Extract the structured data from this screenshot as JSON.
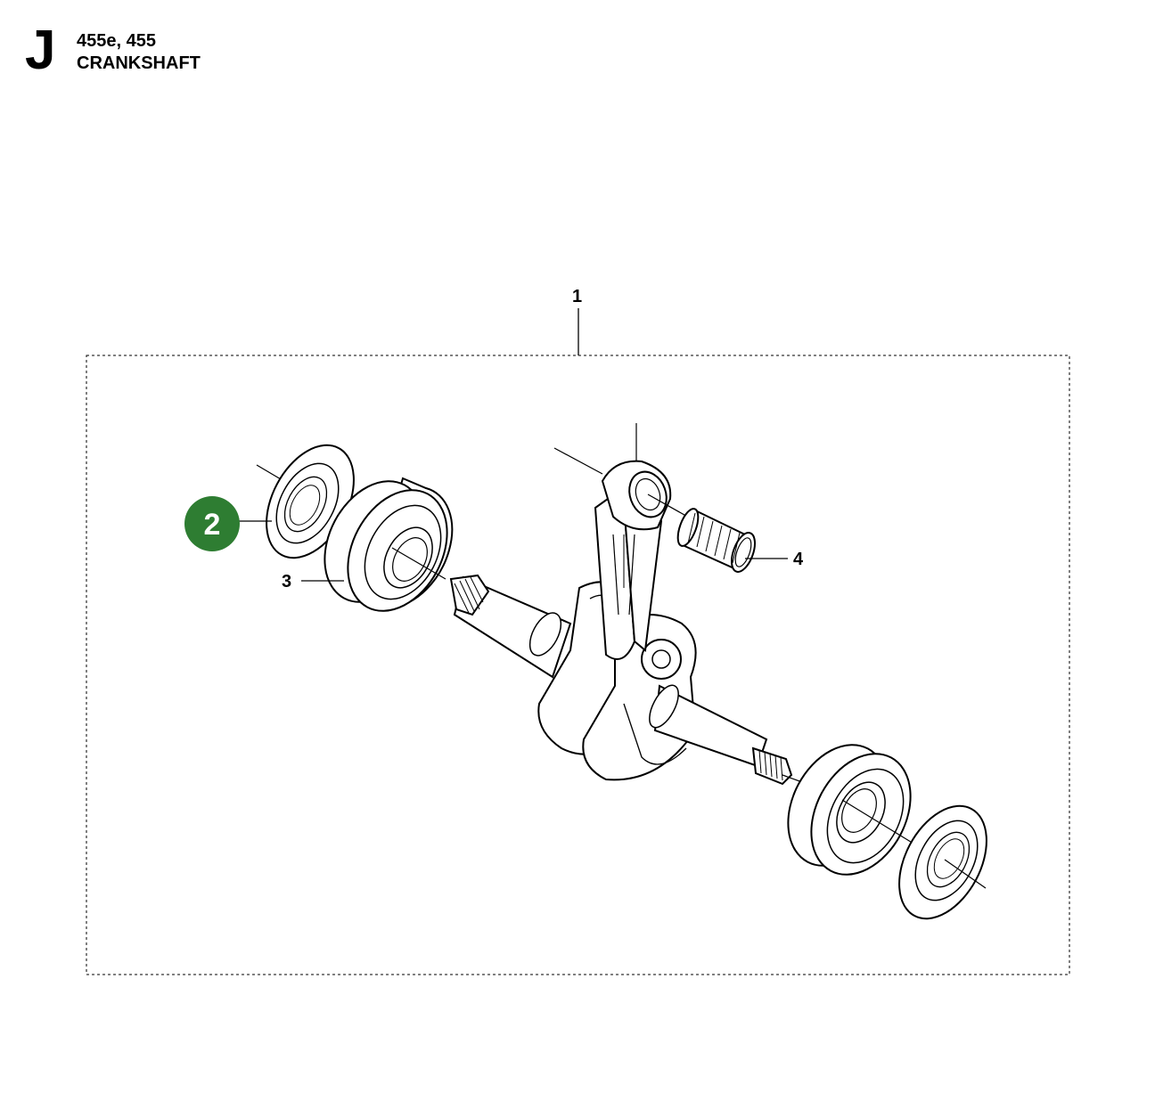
{
  "header": {
    "section": "J",
    "model": "455e, 455",
    "title": "CRANKSHAFT"
  },
  "callouts": {
    "kit": "1",
    "seal": "2",
    "bearing": "3",
    "needle_bearing": "4"
  },
  "colors": {
    "highlight": "#2e7d32",
    "highlight_text": "#ffffff",
    "line": "#000000"
  }
}
